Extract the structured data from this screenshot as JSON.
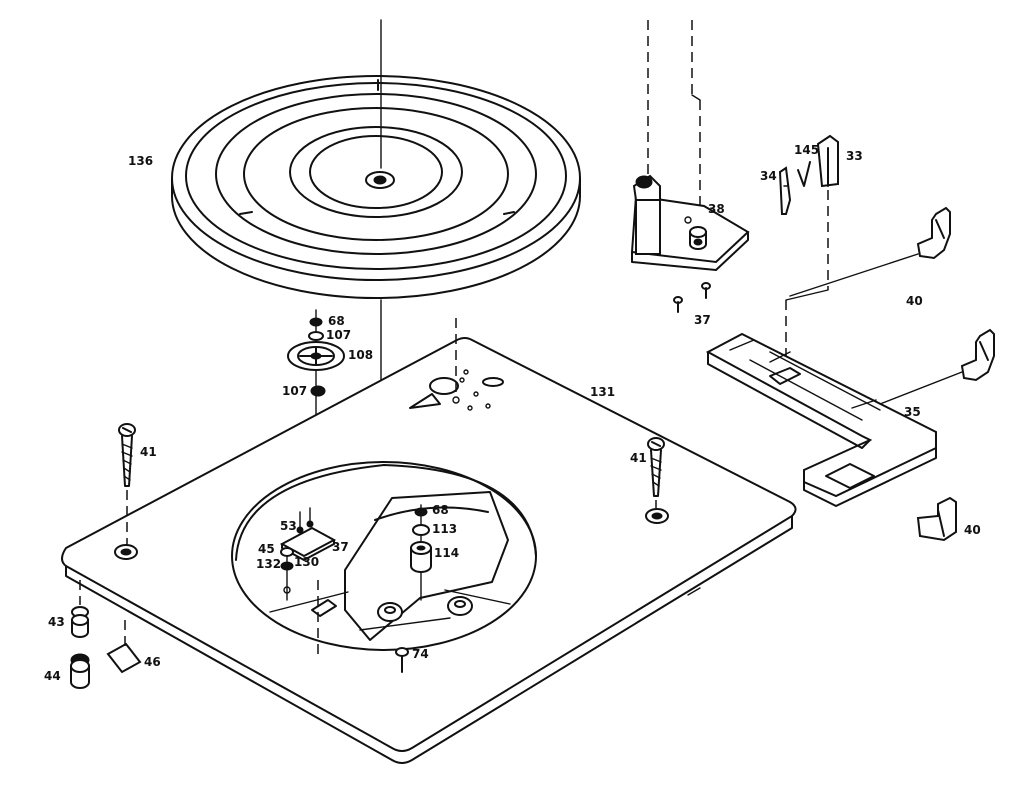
{
  "labels": {
    "l136": "136",
    "l68a": "68",
    "l107a": "107",
    "l108": "108",
    "l107b": "107",
    "l41a": "41",
    "l41b": "41",
    "l131": "131",
    "l38": "38",
    "l37a": "37",
    "l34": "34",
    "l145": "145",
    "l33": "33",
    "l40a": "40",
    "l40b": "40",
    "l35": "35",
    "l68b": "68",
    "l113": "113",
    "l114": "114",
    "l53": "53",
    "l37b": "37",
    "l45": "45",
    "l132": "132",
    "l130": "130",
    "l43": "43",
    "l44": "44",
    "l46": "46",
    "l74": "74"
  }
}
